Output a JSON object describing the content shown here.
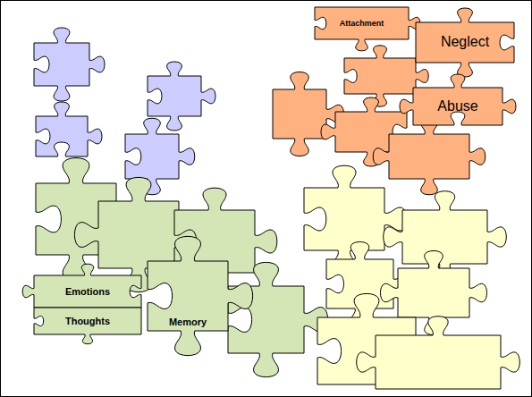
{
  "diagram": {
    "nodes": [
      {
        "text": [
          "Attachment"
        ]
      },
      {
        "text": [
          "Neglect"
        ]
      },
      {
        "text": [
          "Abuse"
        ]
      },
      {
        "text": [
          "Emotions"
        ]
      },
      {
        "text": [
          "Thoughts"
        ]
      },
      {
        "text": [
          "Memory"
        ]
      }
    ]
  }
}
